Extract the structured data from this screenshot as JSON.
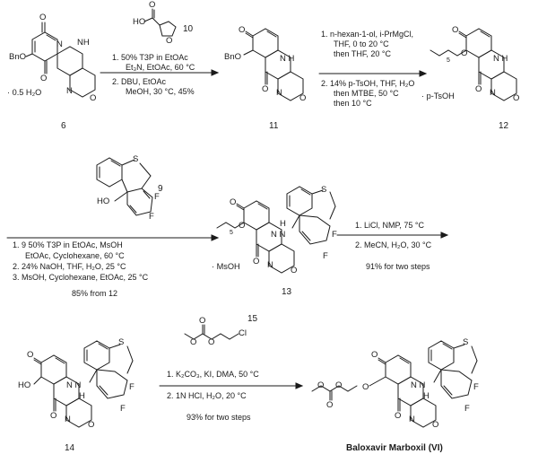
{
  "compounds": {
    "c6": "6",
    "c10": "10",
    "c11": "11",
    "c12": "12",
    "c9": "9",
    "c13": "13",
    "c15": "15",
    "c14": "14",
    "product": "Baloxavir Marboxil (VI)"
  },
  "salts": {
    "hydrate": "· 0.5 H₂O",
    "tosylate": "· p-TsOH",
    "mesylate": "· MsOH"
  },
  "substituents": {
    "bno": "BnO",
    "ho": "HO",
    "five": "5"
  },
  "step1": {
    "line1": "1.       50% T3P in EtOAc",
    "line2": "Et₃N, EtOAc, 60 °C",
    "line3": "2. DBU, EtOAc",
    "line4": "MeOH, 30 °C, 45%"
  },
  "step2": {
    "line1": "1. n-hexan-1-ol, i-PrMgCl,",
    "line2": "THF, 0 to 20 °C",
    "line3": "then THF, 20 °C",
    "line4": "2. 14% p-TsOH, THF, H₂O",
    "line5": "then MTBE, 50 °C",
    "line6": "then 10 °C"
  },
  "step3": {
    "line1": "1. 9    50% T3P in EtOAc, MsOH",
    "line2": "EtOAc, Cyclohexane, 60 °C",
    "line3": "2. 24% NaOH, THF, H₂O, 25  °C",
    "line4": "3. MsOH, Cyclohexane, EtOAc, 25  °C",
    "yield": "85% from 12"
  },
  "step4": {
    "line1": "1. LiCl, NMP, 75 °C",
    "line2": "2. MeCN, H₂O, 30 °C",
    "yield": "91% for two steps"
  },
  "step5": {
    "line1": "1.         K₂CO₃, KI, DMA, 50 °C",
    "line2": "2. 1N HCl, H₂O, 20  °C",
    "yield": "93% for two steps"
  }
}
